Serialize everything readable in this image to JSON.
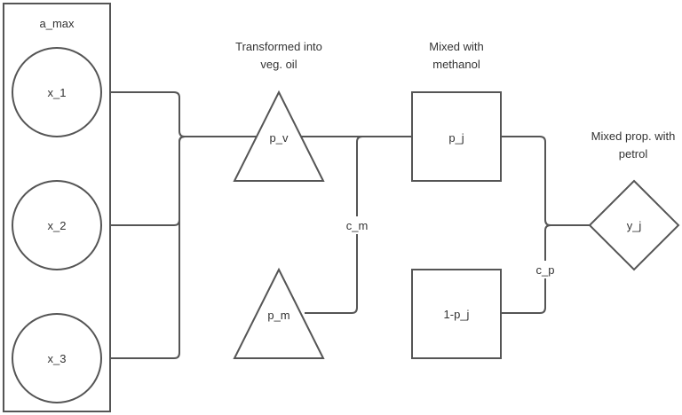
{
  "container": {
    "label": "a_max"
  },
  "nodes": {
    "x1": "x_1",
    "x2": "x_2",
    "x3": "x_3",
    "pv": "p_v",
    "pm": "p_m",
    "pj": "p_j",
    "one_minus_pj": "1-p_j",
    "yj": "y_j"
  },
  "edge_labels": {
    "cm": "c_m",
    "cp": "c_p"
  },
  "annotations": {
    "transformed_line1": "Transformed into",
    "transformed_line2": "veg. oil",
    "mixed_methanol_line1": "Mixed with",
    "mixed_methanol_line2": "methanol",
    "mixed_petrol_line1": "Mixed prop. with",
    "mixed_petrol_line2": "petrol"
  },
  "colors": {
    "stroke": "#555555",
    "text": "#333333",
    "background": "#ffffff"
  }
}
